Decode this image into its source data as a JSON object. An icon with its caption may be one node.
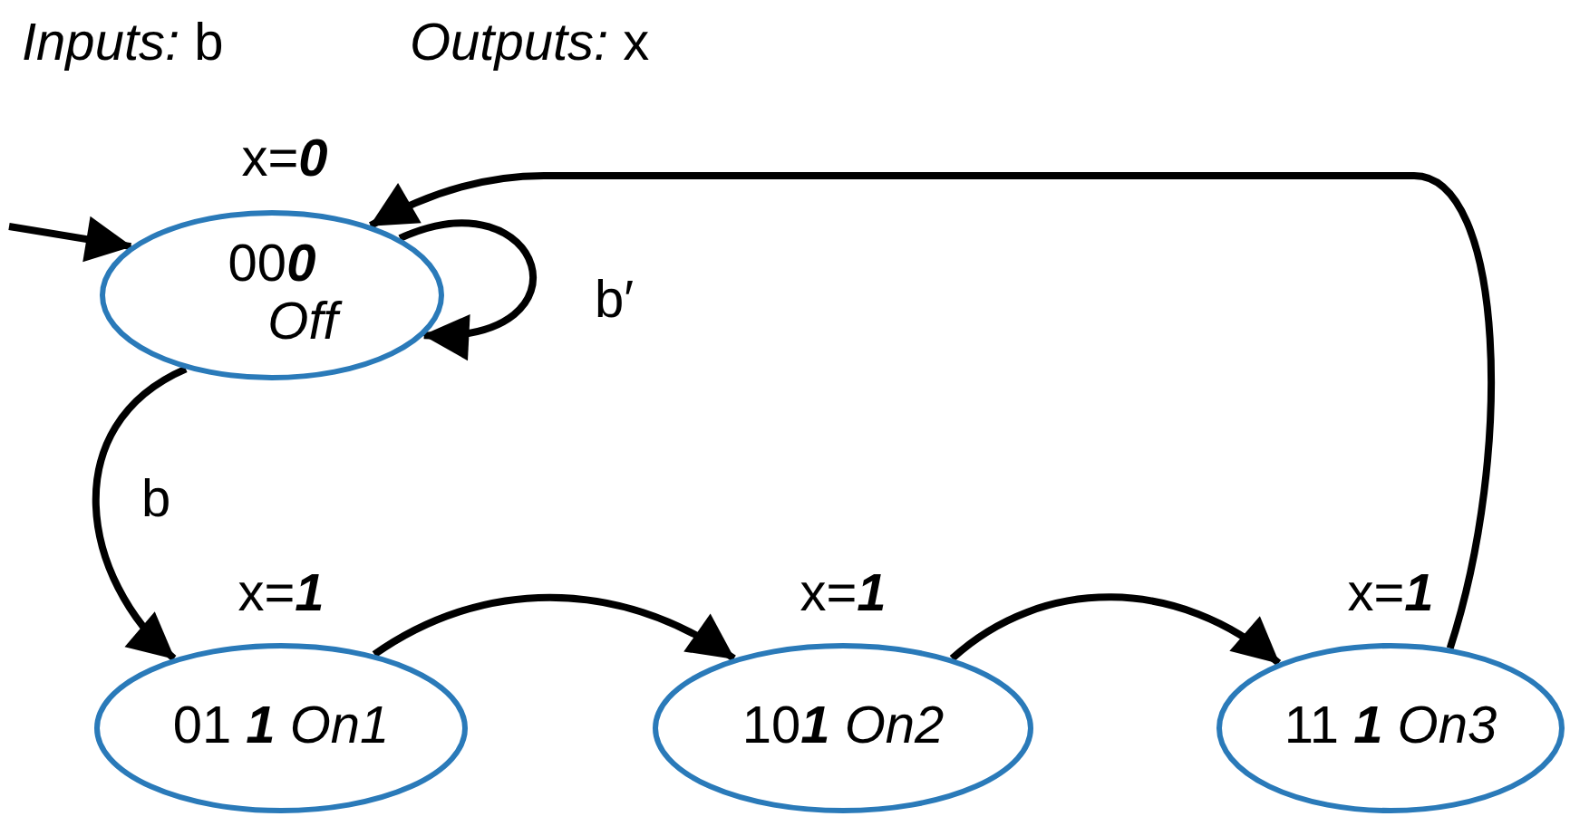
{
  "diagram": {
    "nodes": [
      {
        "text": [
          "00**0**",
          "Off"
        ],
        "beside": [
          "x=**0**"
        ]
      },
      {
        "text": [
          "01 **1** *On1*"
        ],
        "beside": [
          "x=**1**"
        ]
      },
      {
        "text": [
          "10**1** *On2*"
        ],
        "beside": [
          "x=**1**"
        ]
      },
      {
        "text": [
          "11 **1** *On3*"
        ],
        "beside": [
          "x=**1**"
        ]
      }
    ],
    "edges": [
      {
        "from": null,
        "to": 0,
        "arrow": "to"
      },
      {
        "from": 0,
        "to": 0,
        "arrow": "to",
        "label": "b′"
      },
      {
        "from": 0,
        "to": 1,
        "arrow": "to",
        "label": "b"
      },
      {
        "from": 1,
        "to": 2,
        "arrow": "to"
      },
      {
        "from": 2,
        "to": 3,
        "arrow": "to"
      },
      {
        "from": 3,
        "to": 0,
        "arrow": "to"
      }
    ],
    "labels": [
      "*Inputs:* b",
      "*Outputs:* x"
    ]
  }
}
